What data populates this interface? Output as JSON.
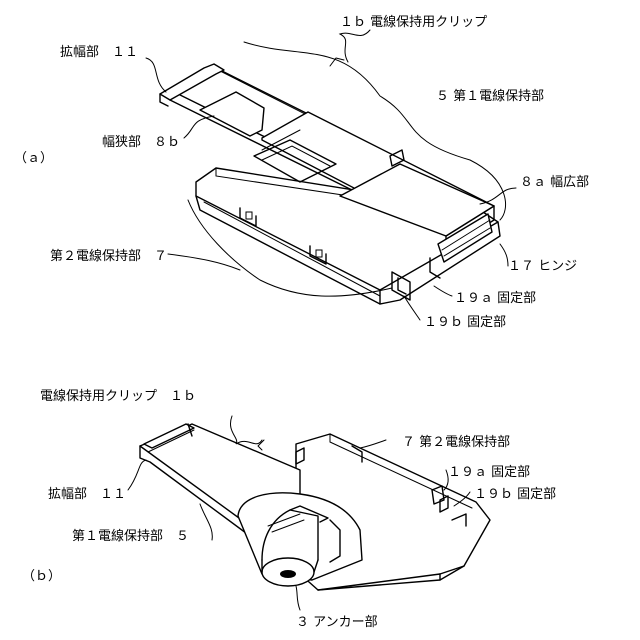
{
  "figure_a": {
    "panel_label": "（ａ）",
    "labels": {
      "clip": "１ｂ 電線保持用クリップ",
      "wide_end": "拡幅部　１１",
      "first_holder": "５ 第１電線保持部",
      "narrow": "幅狭部　８ｂ",
      "wide": "８ａ 幅広部",
      "second_holder": "第２電線保持部　７",
      "hinge": "１７ ヒンジ",
      "fix_a": "１９ａ 固定部",
      "fix_b": "１９ｂ 固定部"
    }
  },
  "figure_b": {
    "panel_label": "（ｂ）",
    "labels": {
      "clip": "電線保持用クリップ　１ｂ",
      "second_holder": "７ 第２電線保持部",
      "fix_a": "１９ａ 固定部",
      "fix_b": "１９ｂ 固定部",
      "wide_end": "拡幅部　１１",
      "first_holder": "第１電線保持部　５",
      "anchor": "３ アンカー部"
    }
  }
}
